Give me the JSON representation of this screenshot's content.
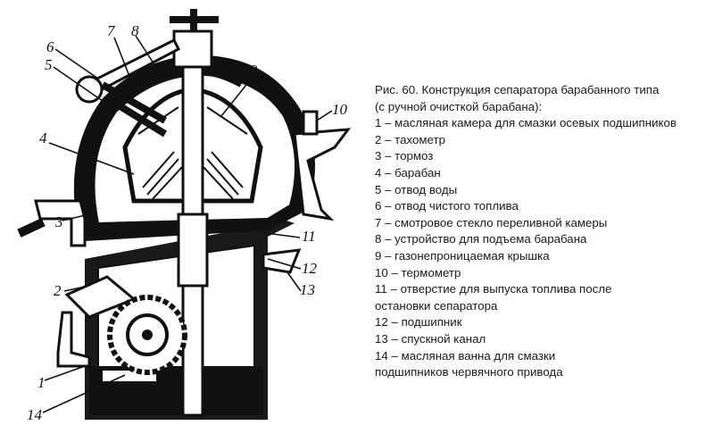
{
  "figure": {
    "callout_numbers": [
      "1",
      "2",
      "3",
      "4",
      "5",
      "6",
      "7",
      "8",
      "9",
      "10",
      "11",
      "12",
      "13",
      "14"
    ]
  },
  "caption": {
    "title_line1": "Рис. 60. Конструкция сепаратора барабанного типа",
    "title_line2": "(с ручной очисткой барабана):",
    "items": [
      "1 – масляная камера для смазки осевых подшипников",
      "2 – тахометр",
      "3 – тормоз",
      "4 – барабан",
      "5 – отвод воды",
      "6 – отвод чистого топлива",
      "7 – смотровое стекло переливной камеры",
      "8 – устройство для подъема барабана",
      "9 – газонепроницаемая крышка",
      "10 – термометр",
      "11 – отверстие для выпуска топлива после",
      " остановки сепаратора",
      "12 – подшипник",
      "13 – спускной канал",
      "14 – масляная ванна для смазки",
      "подшипников червячного привода"
    ]
  },
  "colors": {
    "ink": "#111111",
    "paper": "#ffffff"
  }
}
